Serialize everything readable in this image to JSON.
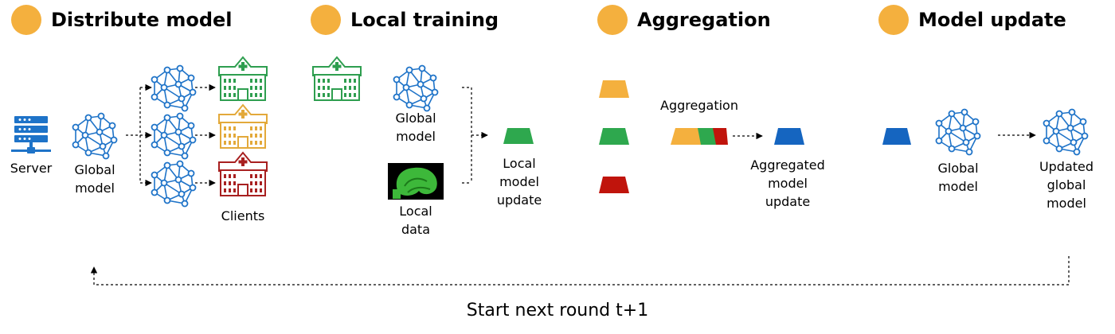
{
  "stages": [
    {
      "title": "Distribute model"
    },
    {
      "title": "Local training"
    },
    {
      "title": "Aggregation"
    },
    {
      "title": "Model update"
    }
  ],
  "labels": {
    "server": "Server",
    "global_model_1": [
      "Global",
      "model"
    ],
    "clients": "Clients",
    "global_model_2": [
      "Global",
      "model"
    ],
    "local_data": [
      "Local",
      "data"
    ],
    "local_model_update": [
      "Local",
      "model",
      "update"
    ],
    "aggregation": "Aggregation",
    "aggregated_update": [
      "Aggregated",
      "model",
      "update"
    ],
    "global_model_3": [
      "Global",
      "model"
    ],
    "updated_global_model": [
      "Updated",
      "global",
      "model"
    ]
  },
  "footer": "Start next round t+1",
  "colors": {
    "stage_dot": "#F4B03E",
    "network": "#1E73C8",
    "client_green": "#2E9E4F",
    "client_orange": "#E3A93A",
    "client_red": "#A82020",
    "update_orange": "#F4B03E",
    "update_green": "#2EA84E",
    "update_red": "#C0140C",
    "update_blue": "#1565C0"
  },
  "icons": [
    "server-icon",
    "neural-network-icon",
    "hospital-icon",
    "brain-scan-icon",
    "model-update-block-icon"
  ]
}
